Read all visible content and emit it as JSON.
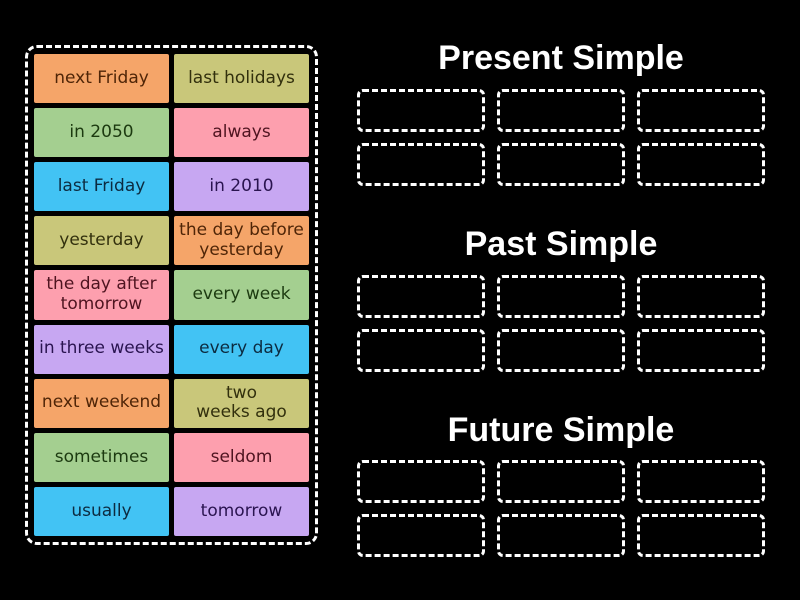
{
  "palette": {
    "background": "#000000",
    "dash_border": "#ffffff",
    "title_text": "#ffffff"
  },
  "word_tray": {
    "tiles": [
      {
        "label": "next Friday",
        "bg": "#f5a569",
        "fg": "#4f2507"
      },
      {
        "label": "last holidays",
        "bg": "#c9c77a",
        "fg": "#32300d"
      },
      {
        "label": "in 2050",
        "bg": "#a4cf90",
        "fg": "#1c3a10"
      },
      {
        "label": "always",
        "bg": "#fd9fae",
        "fg": "#4f1420"
      },
      {
        "label": "last Friday",
        "bg": "#42c3f4",
        "fg": "#0c2b40"
      },
      {
        "label": "in 2010",
        "bg": "#c7a7f2",
        "fg": "#2a1450"
      },
      {
        "label": "yesterday",
        "bg": "#c9c77a",
        "fg": "#32300d"
      },
      {
        "label": "the day before yesterday",
        "bg": "#f5a569",
        "fg": "#4f2507"
      },
      {
        "label": "the day after tomorrow",
        "bg": "#fd9fae",
        "fg": "#4f1420"
      },
      {
        "label": "every week",
        "bg": "#a4cf90",
        "fg": "#1c3a10"
      },
      {
        "label": "in three weeks",
        "bg": "#c7a7f2",
        "fg": "#2a1450"
      },
      {
        "label": "every day",
        "bg": "#42c3f4",
        "fg": "#0c2b40"
      },
      {
        "label": "next weekend",
        "bg": "#f5a569",
        "fg": "#4f2507"
      },
      {
        "label": "two\nweeks ago",
        "bg": "#c9c77a",
        "fg": "#32300d"
      },
      {
        "label": "sometimes",
        "bg": "#a4cf90",
        "fg": "#1c3a10"
      },
      {
        "label": "seldom",
        "bg": "#fd9fae",
        "fg": "#4f1420"
      },
      {
        "label": "usually",
        "bg": "#42c3f4",
        "fg": "#0c2b40"
      },
      {
        "label": "tomorrow",
        "bg": "#c7a7f2",
        "fg": "#2a1450"
      }
    ]
  },
  "groups": [
    {
      "title": "Present Simple",
      "slot_count": 6
    },
    {
      "title": "Past Simple",
      "slot_count": 6
    },
    {
      "title": "Future Simple",
      "slot_count": 6
    }
  ]
}
